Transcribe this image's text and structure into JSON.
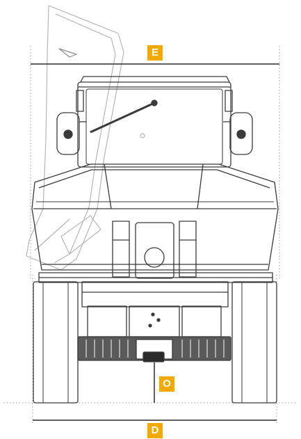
{
  "labels": {
    "width_overall": "E",
    "ground_clearance": "O",
    "track_width": "D"
  },
  "colors": {
    "badge": "#f2a900",
    "line": "#3a3a3a",
    "guide": "#9a9a9a"
  }
}
